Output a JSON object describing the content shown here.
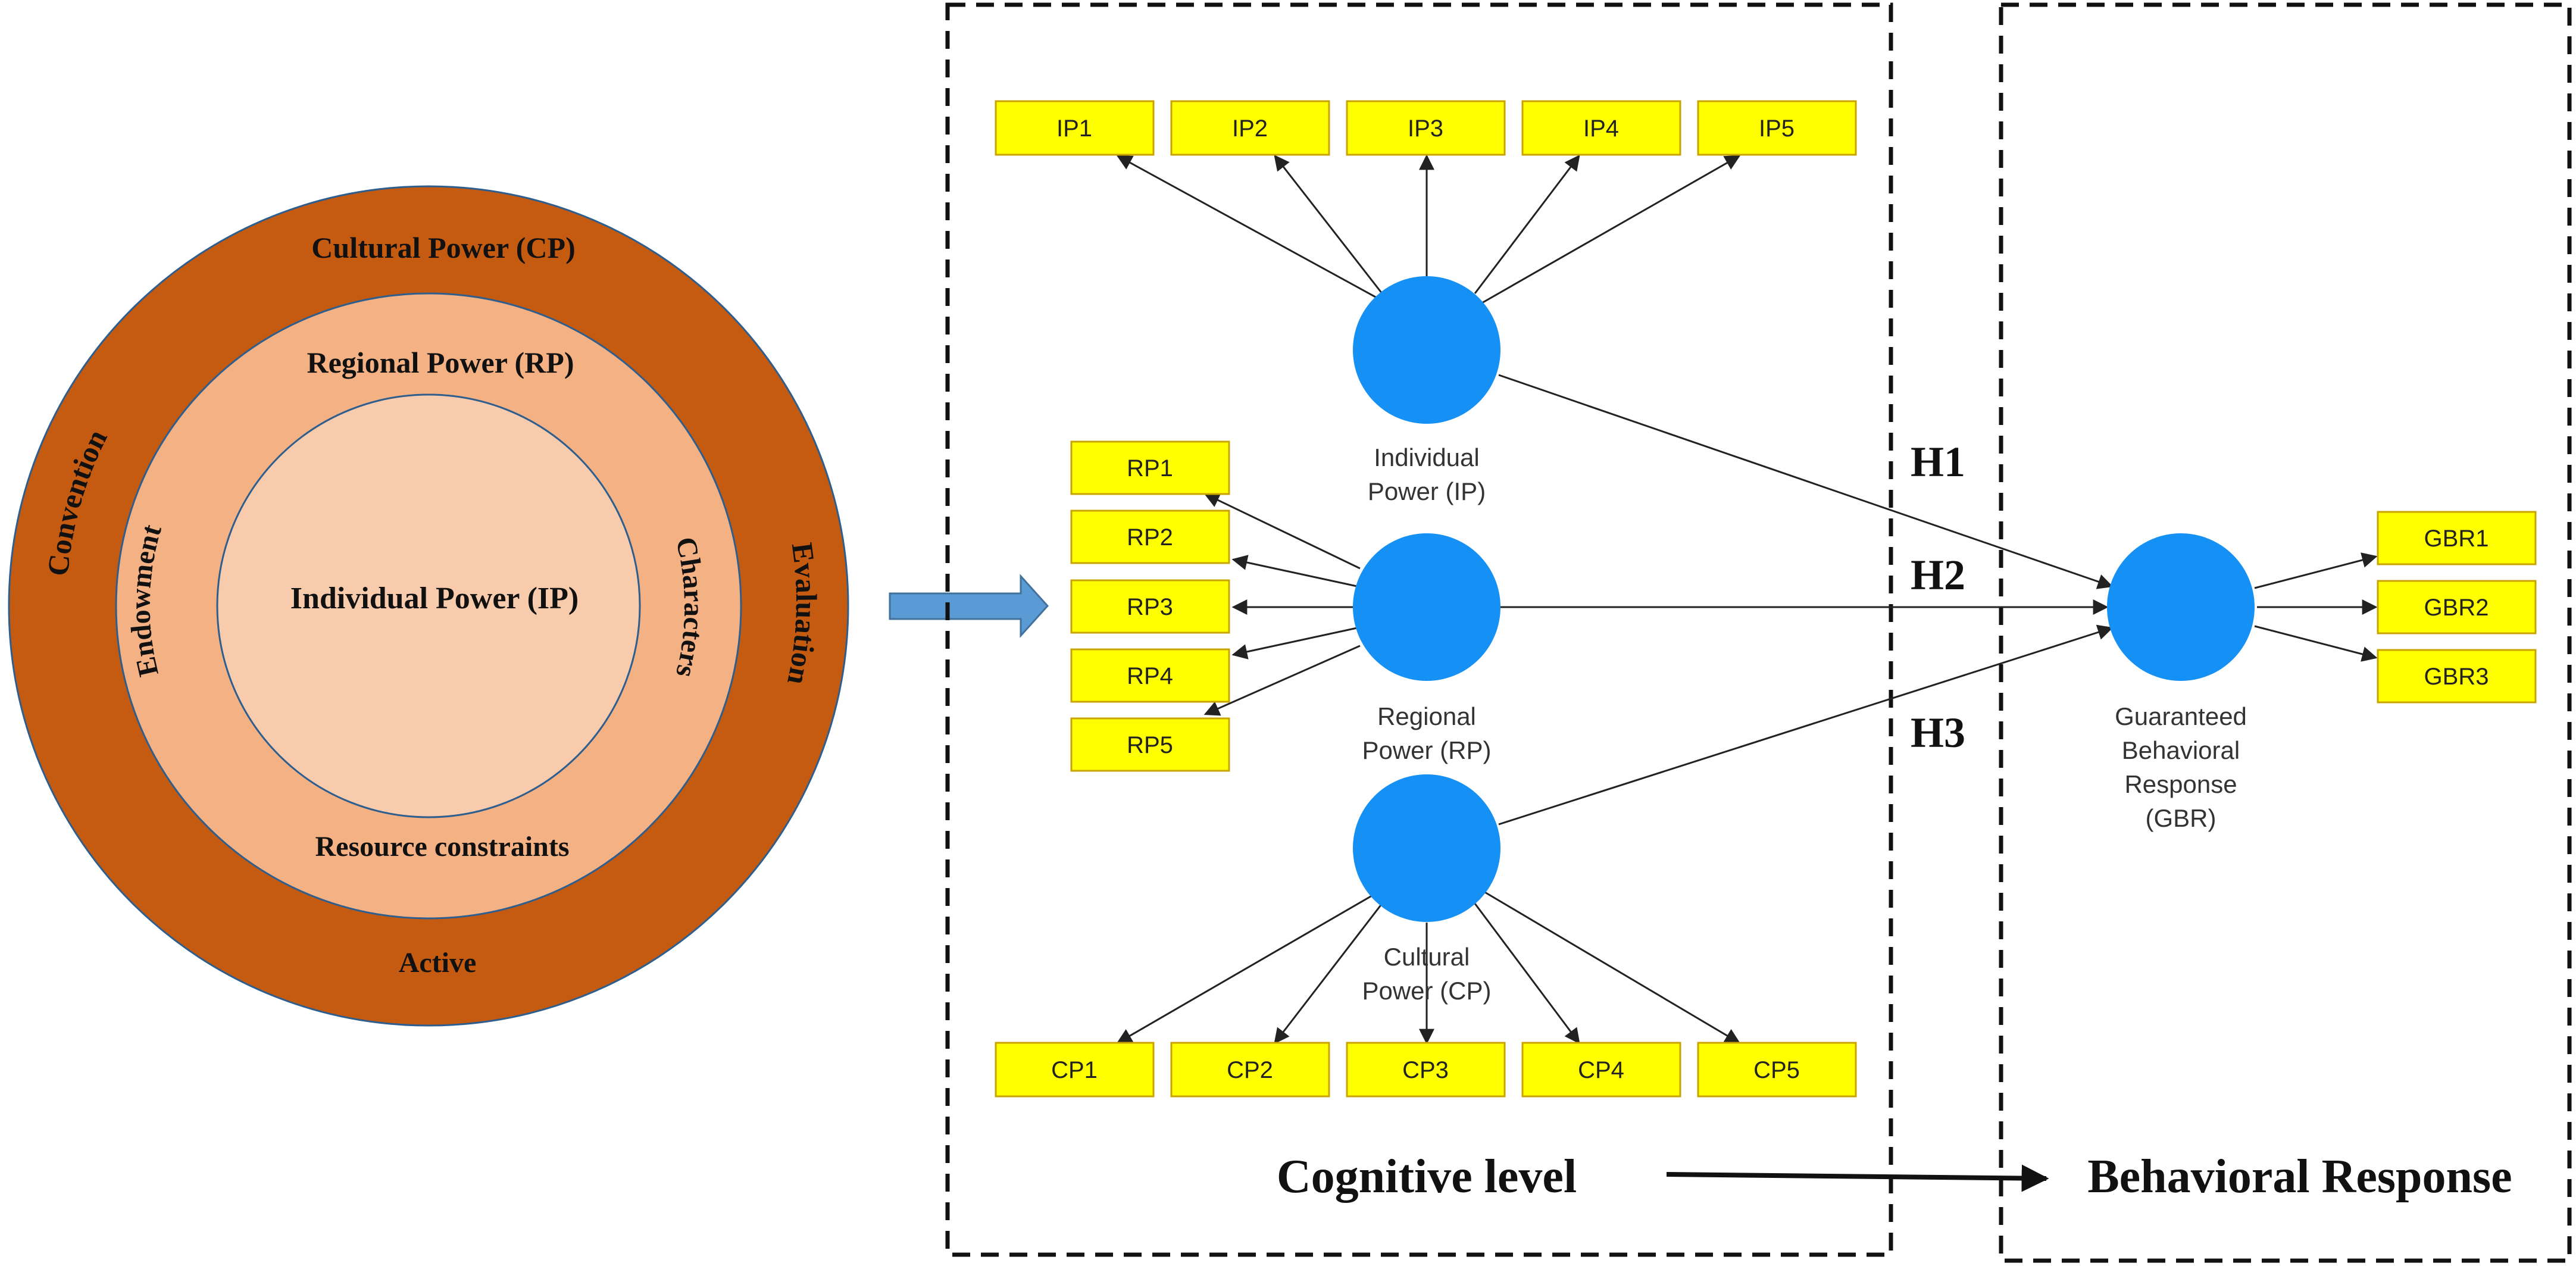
{
  "colors": {
    "outer_ring": "#C55A11",
    "middle_ring": "#F4B183",
    "inner_circle": "#F8CBAD",
    "ring_stroke": "#2E5E8E",
    "construct": "#1591F5",
    "indicator_fill": "#FFFF00",
    "indicator_stroke": "#C9A400",
    "transition_arrow": "#5B9BD5",
    "lines": "#222222"
  },
  "circle_model": {
    "outer_title": "Cultural Power (CP)",
    "outer_left": "Convention",
    "outer_right": "Evaluation",
    "outer_bottom": "Active",
    "middle_title": "Regional Power (RP)",
    "middle_left": "Endowment",
    "middle_right": "Characters",
    "middle_bottom": "Resource constraints",
    "inner_title": "Individual Power (IP)"
  },
  "constructs": {
    "ip": {
      "label_line1": "Individual",
      "label_line2": "Power (IP)"
    },
    "rp": {
      "label_line1": "Regional",
      "label_line2": "Power (RP)"
    },
    "cp": {
      "label_line1": "Cultural",
      "label_line2": "Power (CP)"
    },
    "gbr": {
      "label_line1": "Guaranteed",
      "label_line2": "Behavioral",
      "label_line3": "Response",
      "label_line4": "(GBR)"
    }
  },
  "indicators": {
    "ip": [
      "IP1",
      "IP2",
      "IP3",
      "IP4",
      "IP5"
    ],
    "rp": [
      "RP1",
      "RP2",
      "RP3",
      "RP4",
      "RP5"
    ],
    "cp": [
      "CP1",
      "CP2",
      "CP3",
      "CP4",
      "CP5"
    ],
    "gbr": [
      "GBR1",
      "GBR2",
      "GBR3"
    ]
  },
  "hypotheses": {
    "h1": "H1",
    "h2": "H2",
    "h3": "H3"
  },
  "levels": {
    "cognitive": "Cognitive level",
    "behavioral": "Behavioral Response"
  }
}
